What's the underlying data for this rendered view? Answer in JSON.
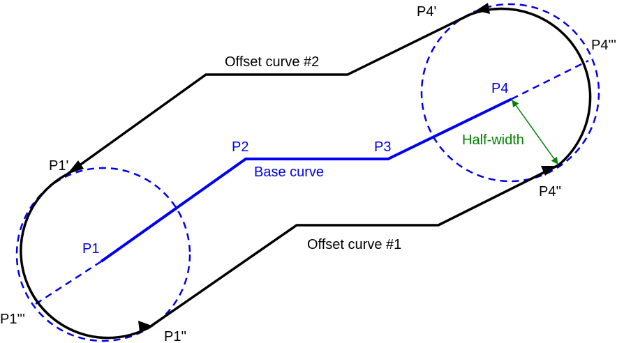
{
  "labels": {
    "offset2": "Offset curve  #2",
    "offset1": "Offset curve  #1",
    "base": "Base curve",
    "halfwidth": "Half-width",
    "p1": "P1",
    "p2": "P2",
    "p3": "P3",
    "p4": "P4",
    "p1a": "P1'",
    "p1b": "P1''",
    "p1c": "P1'''",
    "p4a": "P4'",
    "p4b": "P4''",
    "p4c": "P4'''"
  },
  "colors": {
    "offset": "#000000",
    "base": "#0000ee",
    "annotation": "#008000"
  }
}
